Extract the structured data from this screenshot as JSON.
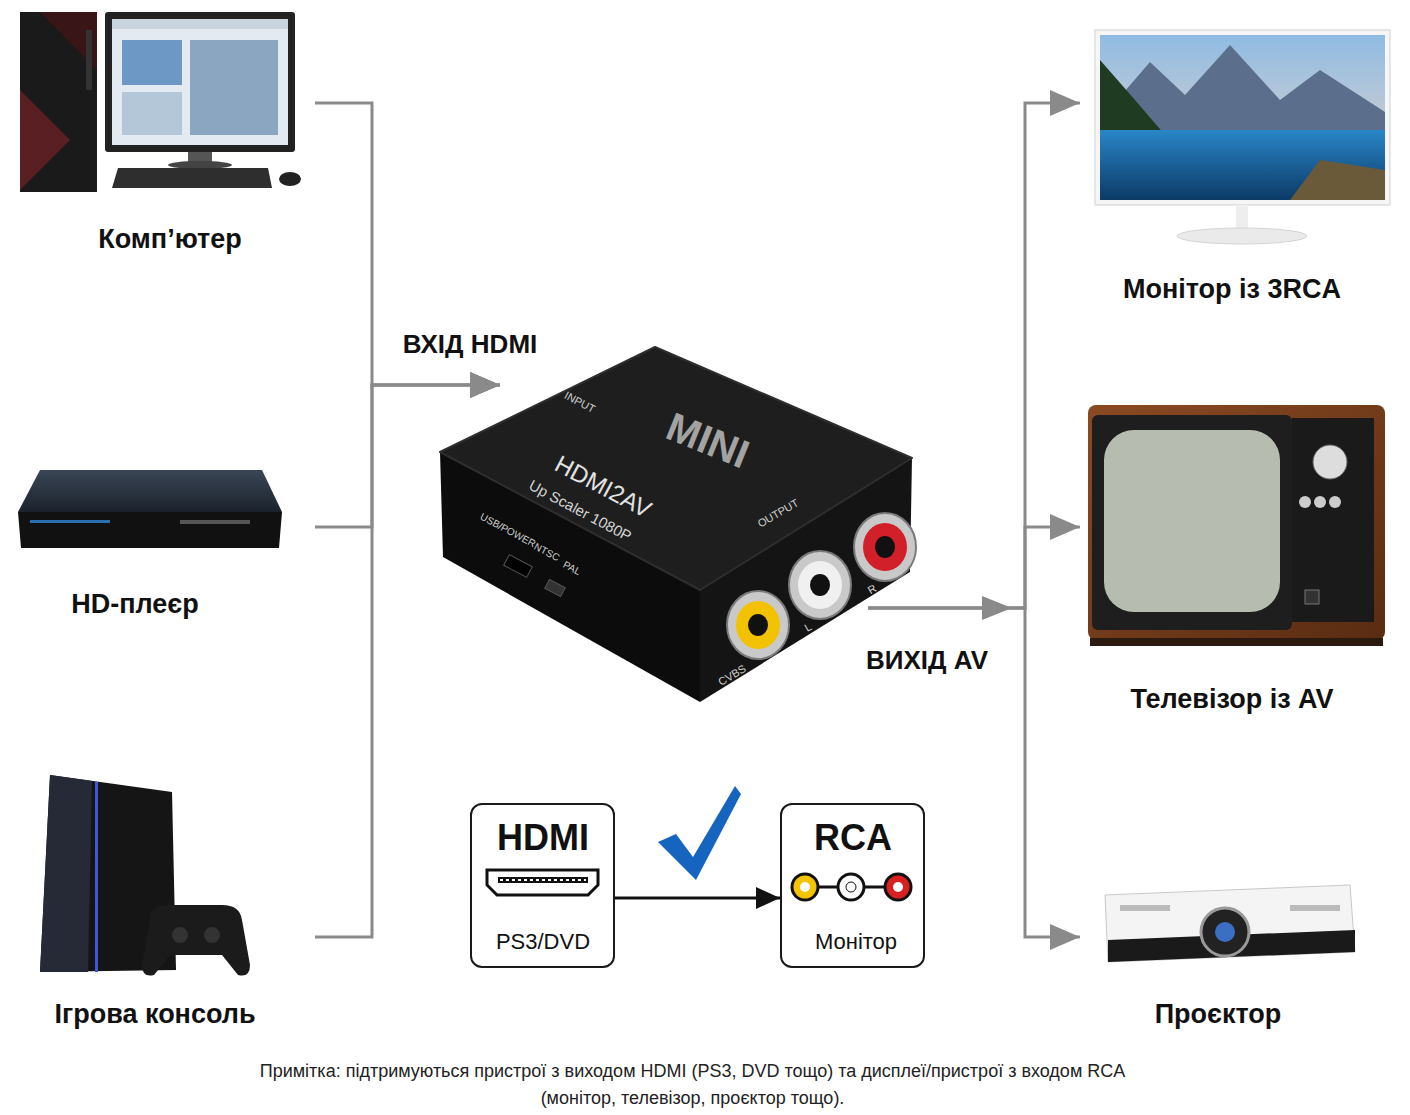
{
  "diagram": {
    "nodes": [
      {
        "text": [
          "Комп’ютер"
        ]
      },
      {
        "text": [
          "HD-плеєр"
        ]
      },
      {
        "text": [
          "Ігрова консоль"
        ]
      },
      {
        "text": [
          "INPUT",
          "MINI",
          "HDMI2AV",
          "Up Scaler 1080P",
          "USB/POWER",
          "NTSC",
          "PAL",
          "OUTPUT",
          "CVBS",
          "L",
          "R"
        ]
      },
      {
        "text": [
          "Монітор із 3RCA"
        ]
      },
      {
        "text": [
          "Телевізор із AV"
        ]
      },
      {
        "text": [
          "Проєктор"
        ]
      },
      {
        "text": [
          "HDMI",
          "PS3/DVD"
        ]
      },
      {
        "text": [
          "RCA",
          "Монітор"
        ]
      }
    ],
    "edges": [
      {
        "from": 0,
        "to": 3,
        "arrow": "to"
      },
      {
        "from": 1,
        "to": 3,
        "arrow": "to"
      },
      {
        "from": 2,
        "to": 3,
        "arrow": "to"
      },
      {
        "from": 3,
        "to": 4,
        "arrow": "to"
      },
      {
        "from": 3,
        "to": 5,
        "arrow": "to"
      },
      {
        "from": 3,
        "to": 6,
        "arrow": "to"
      },
      {
        "from": 7,
        "to": 8,
        "arrow": "to"
      }
    ],
    "labels": [
      "ВХІД HDMI",
      "ВИХІД AV",
      "Примітка: підтримуються пристрої з виходом HDMI (PS3, DVD тощо) та дисплеї/пристрої з входом RCA (монітор, телевізор, проєктор тощо)."
    ]
  }
}
